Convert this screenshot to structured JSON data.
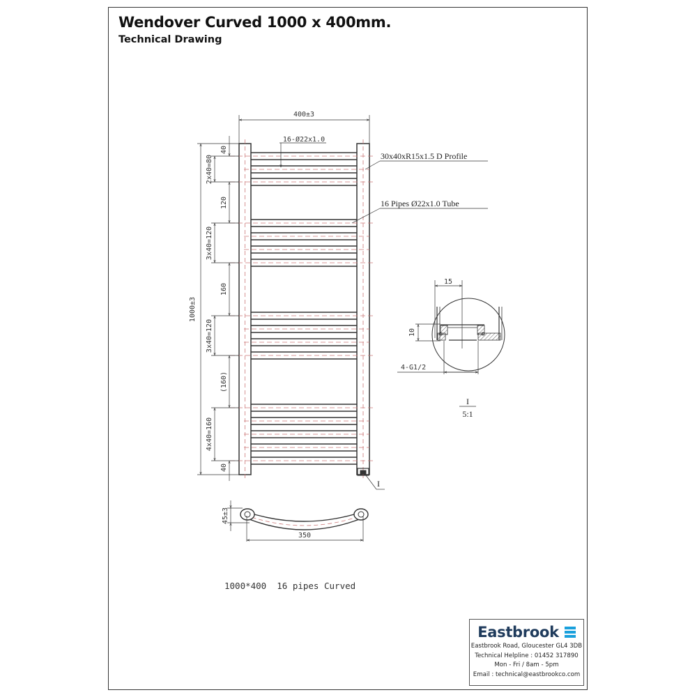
{
  "header": {
    "title": "Wendover Curved 1000 x 400mm.",
    "subtitle": "Technical Drawing"
  },
  "drawing": {
    "front_view": {
      "overall_width_label": "400±3",
      "overall_height_label": "1000±3",
      "pipe_callout": "16-Ø22x1.0",
      "profile_note": "30x40xR15x1.5 D Profile",
      "pipes_note": "16 Pipes Ø22x1.0 Tube",
      "detail_marker": "I",
      "vertical_dimensions": [
        "40",
        "2x40=80",
        "120",
        "3x40=120",
        "160",
        "3x40=120",
        "(160)",
        "4x40=160",
        "40"
      ],
      "pipe_groups": [
        {
          "count": 3
        },
        {
          "count": 4
        },
        {
          "count": 4
        },
        {
          "count": 5
        }
      ]
    },
    "top_view": {
      "depth_label": "45±3",
      "centers_label": "350"
    },
    "detail_view": {
      "width_label": "15",
      "height_label": "10",
      "thread_label": "4-G1/2",
      "scale_id": "I",
      "scale": "5:1"
    },
    "caption": "1000*400  16 pipes Curved"
  },
  "company": {
    "name": "Eastbrook",
    "address": "Eastbrook Road, Gloucester GL4 3DB",
    "helpline": "Technical Helpline : 01452 317890",
    "hours": "Mon - Fri / 8am - 5pm",
    "email": "Email : technical@eastbrookco.com",
    "brand_color": "#1f3b5c",
    "accent_color": "#1aa0dc"
  }
}
